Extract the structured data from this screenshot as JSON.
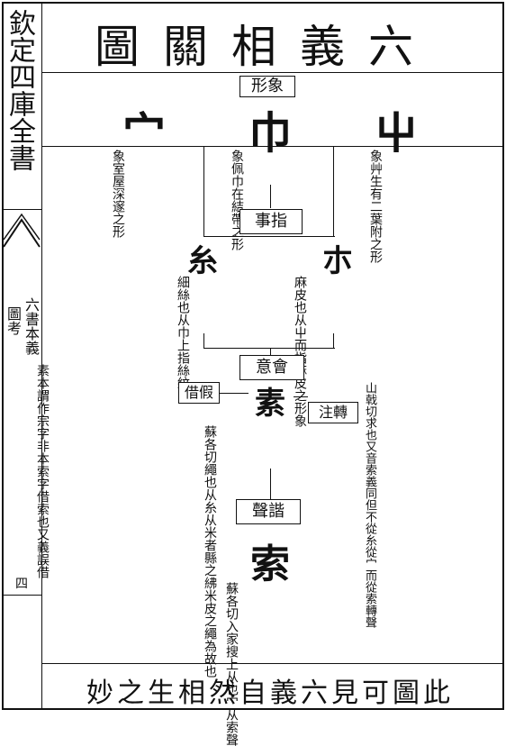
{
  "margin": {
    "book_title": "欽定四庫全書",
    "chapter": "六書本義",
    "section": "圖考",
    "page_number": "四"
  },
  "title": "六義相關圖",
  "labels": {
    "xiangxing": "象形",
    "zhishi": "指事",
    "huiyi": "會意",
    "xiesheng": "諧聲",
    "zhuanzhu": "轉注",
    "jiajie": "假借"
  },
  "characters": {
    "mian": "宀",
    "jin": "巾",
    "che": "屮",
    "mi": "糸",
    "bi": "朩",
    "su": "素",
    "suo": "索"
  },
  "notes": {
    "mian": [
      "象室屋",
      "深邃之",
      "形"
    ],
    "jin": [
      "象佩巾",
      "在結帶",
      "之形"
    ],
    "che": [
      "象艸生",
      "有二葉",
      "附之形"
    ],
    "mi": [
      "細絲也",
      "从巾上",
      "指絲紋"
    ],
    "bi": [
      "麻皮也",
      "从屮而",
      "指麻皮",
      "之形象"
    ],
    "su": [
      "蘇各切",
      "繩也从",
      "糸从米",
      "者縣之",
      "紼米皮",
      "之繩為",
      "故也"
    ],
    "suo": [
      "蘇各切",
      "入家搜",
      "上从也",
      "宀从索",
      "聲"
    ],
    "zhuanzhu_note": [
      "山戟切求也又",
      "音索義同但",
      "不從糸從宀而",
      "從索轉聲"
    ],
    "jiajie_note": [
      "素本謂",
      "作宗字",
      "非",
      "本索字",
      "借索也",
      "又義",
      "誤借"
    ]
  },
  "footer": "此圖可見六義自然相生之妙"
}
